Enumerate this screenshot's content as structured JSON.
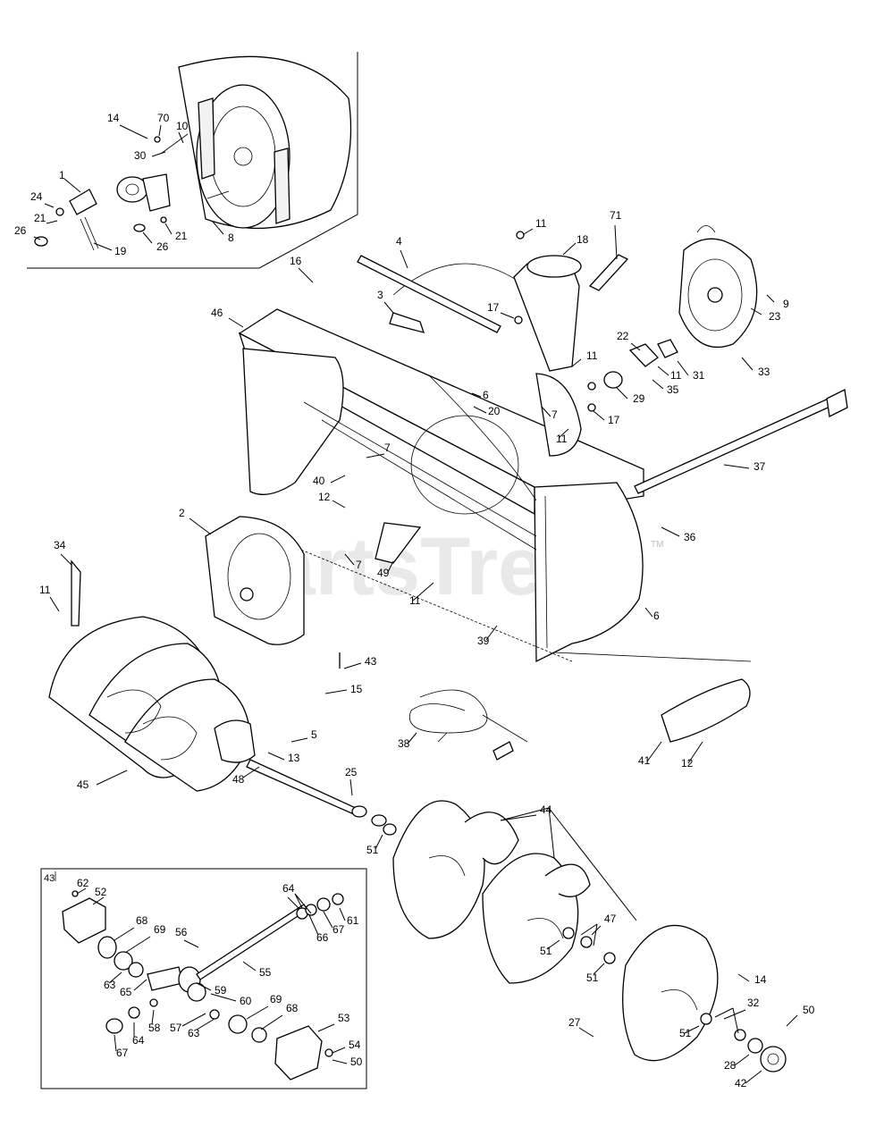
{
  "watermark": "PartsTree",
  "watermark_mark": "TM",
  "inset_label": "43",
  "callouts": [
    "1",
    "2",
    "3",
    "4",
    "5",
    "6",
    "7",
    "8",
    "9",
    "10",
    "11",
    "12",
    "13",
    "14",
    "15",
    "16",
    "17",
    "18",
    "19",
    "20",
    "21",
    "22",
    "23",
    "24",
    "25",
    "26",
    "27",
    "28",
    "29",
    "30",
    "31",
    "32",
    "33",
    "34",
    "35",
    "36",
    "37",
    "38",
    "39",
    "40",
    "41",
    "42",
    "43",
    "44",
    "45",
    "46",
    "47",
    "48",
    "49",
    "50",
    "51",
    "52",
    "53",
    "54",
    "55",
    "56",
    "57",
    "58",
    "59",
    "60",
    "61",
    "62",
    "63",
    "64",
    "65",
    "66",
    "67",
    "68",
    "69",
    "70",
    "71"
  ]
}
